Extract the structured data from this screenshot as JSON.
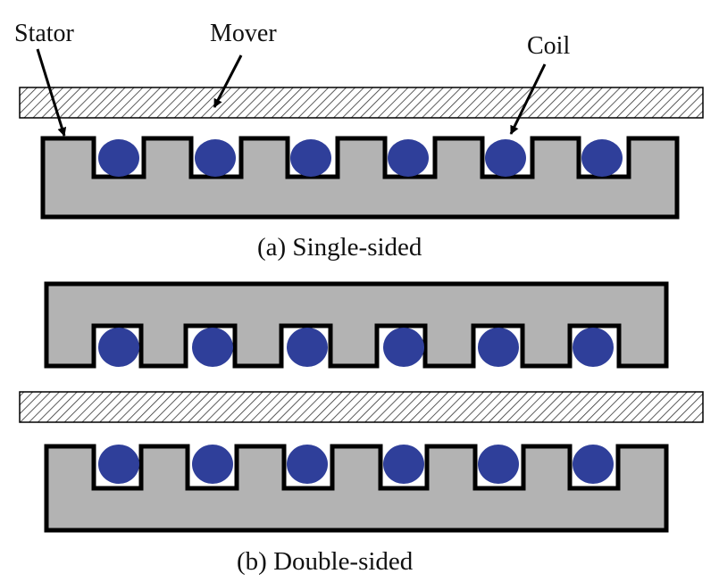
{
  "labels": {
    "stator": "Stator",
    "mover": "Mover",
    "coil": "Coil"
  },
  "captions": {
    "single": "(a) Single-sided",
    "double": "(b) Double-sided"
  },
  "colors": {
    "stator_fill": "#b3b3b3",
    "coil_fill": "#2f3f9a",
    "outline": "#000000",
    "mover_hatch": "#333333"
  },
  "slots_per_stator": 6
}
